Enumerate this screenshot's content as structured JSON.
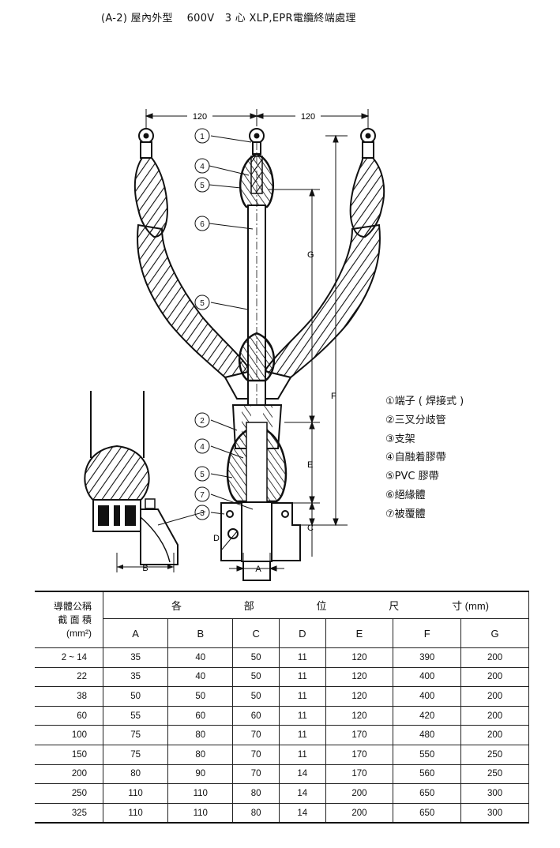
{
  "title": "(A-2) 屋內外型　 600V　3 心 XLP,EPR電纜終端處理",
  "diagram": {
    "dim_top_left": "120",
    "dim_top_right": "120",
    "dim_labels": {
      "G": "G",
      "F": "F",
      "E": "E",
      "C": "C",
      "A": "A",
      "B": "B",
      "D": "D"
    },
    "callouts": [
      "1",
      "4",
      "5",
      "6",
      "5",
      "2",
      "4",
      "5",
      "7",
      "3"
    ]
  },
  "legend": [
    "①端子 ( 焊接式 )",
    "②三叉分歧管",
    "③支架",
    "④自融着膠帶",
    "⑤PVC 膠帶",
    "⑥絕緣體",
    "⑦被覆體"
  ],
  "table": {
    "size_header_lines": [
      "導體公稱",
      "截 面 積",
      "(mm²)"
    ],
    "span_header_chars": [
      "各",
      "部",
      "位",
      "尺",
      "寸 (mm)"
    ],
    "columns": [
      "A",
      "B",
      "C",
      "D",
      "E",
      "F",
      "G"
    ],
    "rows": [
      {
        "size": "2 ~ 14",
        "values": [
          "35",
          "40",
          "50",
          "11",
          "120",
          "390",
          "200"
        ]
      },
      {
        "size": "22",
        "values": [
          "35",
          "40",
          "50",
          "11",
          "120",
          "400",
          "200"
        ]
      },
      {
        "size": "38",
        "values": [
          "50",
          "50",
          "50",
          "11",
          "120",
          "400",
          "200"
        ]
      },
      {
        "size": "60",
        "values": [
          "55",
          "60",
          "60",
          "11",
          "120",
          "420",
          "200"
        ]
      },
      {
        "size": "100",
        "values": [
          "75",
          "80",
          "70",
          "11",
          "170",
          "480",
          "200"
        ]
      },
      {
        "size": "150",
        "values": [
          "75",
          "80",
          "70",
          "11",
          "170",
          "550",
          "250"
        ]
      },
      {
        "size": "200",
        "values": [
          "80",
          "90",
          "70",
          "14",
          "170",
          "560",
          "250"
        ]
      },
      {
        "size": "250",
        "values": [
          "110",
          "110",
          "80",
          "14",
          "200",
          "650",
          "300"
        ]
      },
      {
        "size": "325",
        "values": [
          "110",
          "110",
          "80",
          "14",
          "200",
          "650",
          "300"
        ]
      }
    ]
  }
}
